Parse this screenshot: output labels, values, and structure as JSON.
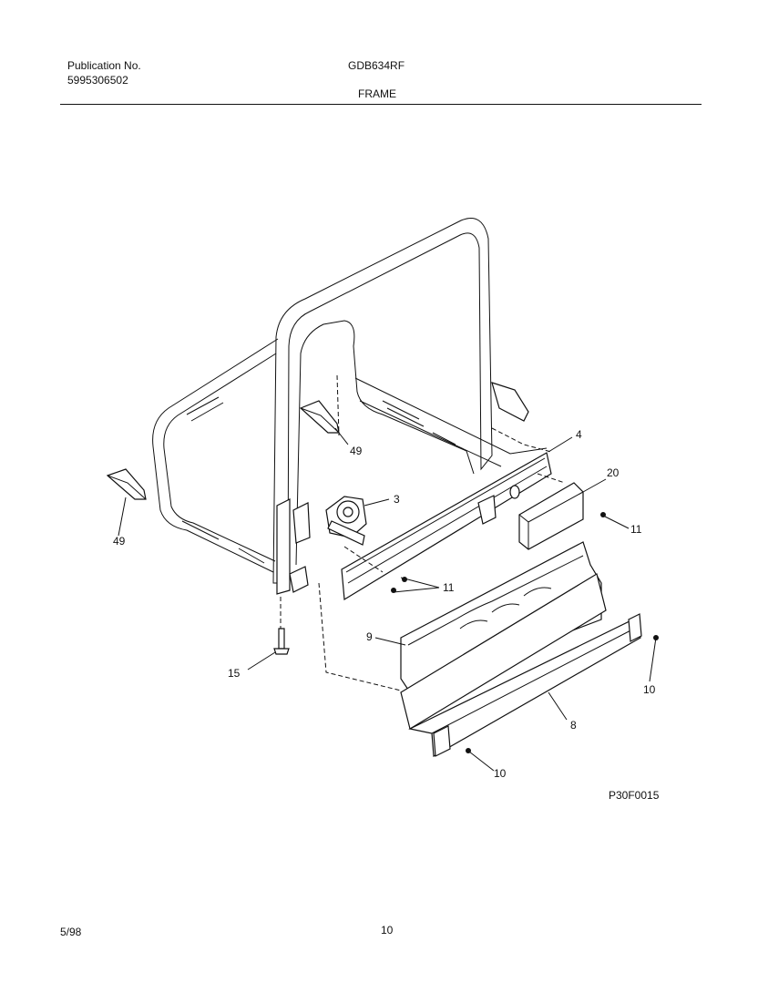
{
  "header": {
    "publication_label": "Publication No.",
    "publication_number": "5995306502",
    "model": "GDB634RF",
    "section_title": "FRAME"
  },
  "callouts": {
    "c4": "4",
    "c20": "20",
    "c3": "3",
    "c11a": "11",
    "c11b": "11",
    "c49a": "49",
    "c49b": "49",
    "c9": "9",
    "c10a": "10",
    "c10b": "10",
    "c8": "8",
    "c15": "15"
  },
  "diagram_code": "P30F0015",
  "footer": {
    "date": "5/98",
    "page": "10"
  }
}
